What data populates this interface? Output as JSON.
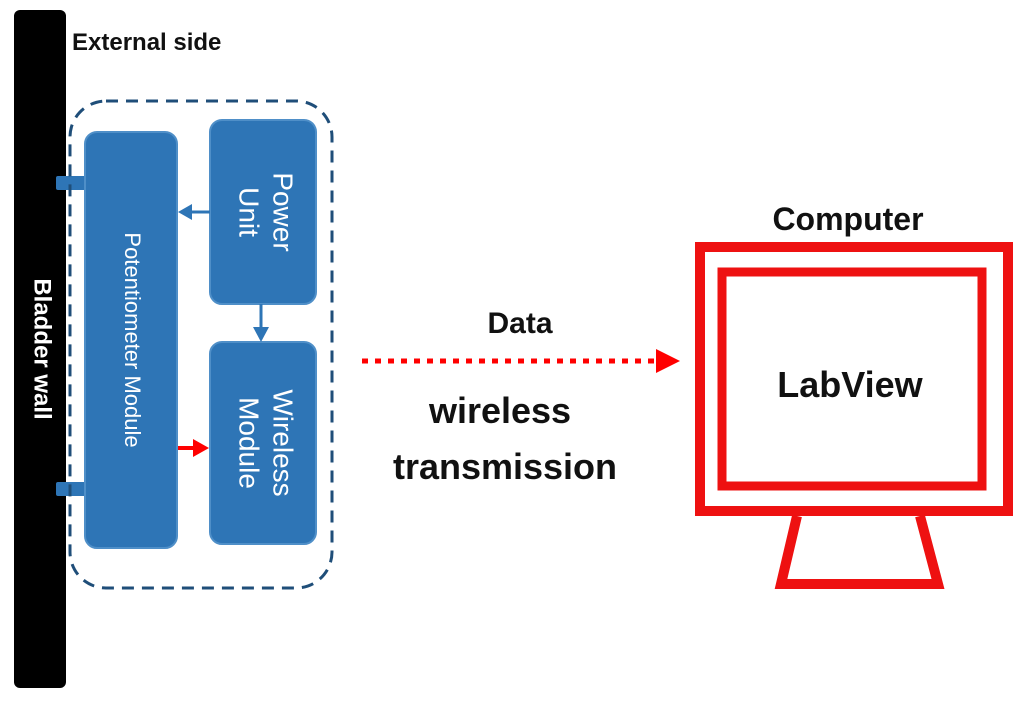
{
  "labels": {
    "bladder_wall": "Bladder wall",
    "external_side": "External side",
    "potentiometer_module": "Potentiometer  Module",
    "power_unit_line1": "Power",
    "power_unit_line2": "Unit",
    "wireless_module_line1": "Wireless",
    "wireless_module_line2": "Module",
    "data": "Data",
    "wireless_line1": "wireless",
    "wireless_line2": "transmission",
    "computer": "Computer",
    "labview": "LabView"
  },
  "colors": {
    "module_fill": "#2e75b6",
    "module_stroke": "#4f8fc8",
    "dashed_border": "#1f4e79",
    "connector": "#2e75b6",
    "data_arrow": "#ff0000",
    "computer": "#ee1111",
    "wall": "#000000"
  }
}
